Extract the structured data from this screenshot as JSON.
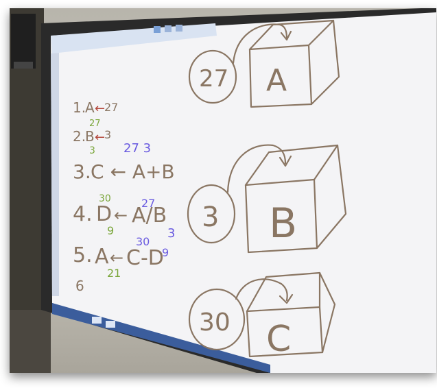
{
  "board": {
    "steps": [
      {
        "num": "1.",
        "text": "A",
        "arrow": "←",
        "value": "27",
        "note": "27"
      },
      {
        "num": "2.",
        "text": "B",
        "arrow": "←",
        "value": "3",
        "note": "3"
      },
      {
        "num": "3.",
        "text": "C ← A+B",
        "note": "27 3"
      },
      {
        "num": "4.",
        "text": "D",
        "arrow": "←",
        "expr": "A/B",
        "note_top_left": "30",
        "note_top": "27",
        "note_sub_left": "9",
        "note_sub_right": "3"
      },
      {
        "num": "5.",
        "text": "A",
        "arrow": "←",
        "expr": "C-D",
        "note_top": "30",
        "note_sup": "9",
        "note_sub": "21"
      },
      {
        "num": "6",
        "text": ""
      }
    ],
    "boxes": [
      {
        "label": "A",
        "value": "27"
      },
      {
        "label": "B",
        "value": "3"
      },
      {
        "label": "C",
        "value": "30"
      }
    ],
    "colors": {
      "brown": "#8a7663",
      "green": "#7aa63a",
      "blue": "#6a5be0",
      "board": "#f4f4f6",
      "frame": "#2c2c2c"
    }
  }
}
